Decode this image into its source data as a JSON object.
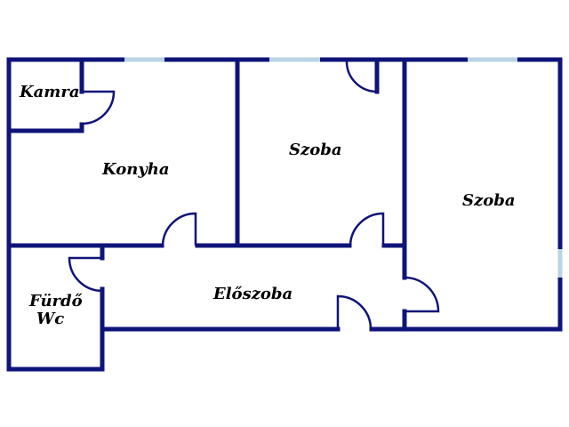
{
  "rooms": {
    "kamra": "Kamra",
    "konyha": "Konyha",
    "szoba_1": "Szoba",
    "szoba_2": "Szoba",
    "furdo": "Fürdő",
    "wc": "Wc",
    "eloszoba": "Előszoba"
  },
  "colors": {
    "wall": "#0f1478",
    "window": "#b8d4e6",
    "background": "#ffffff"
  }
}
